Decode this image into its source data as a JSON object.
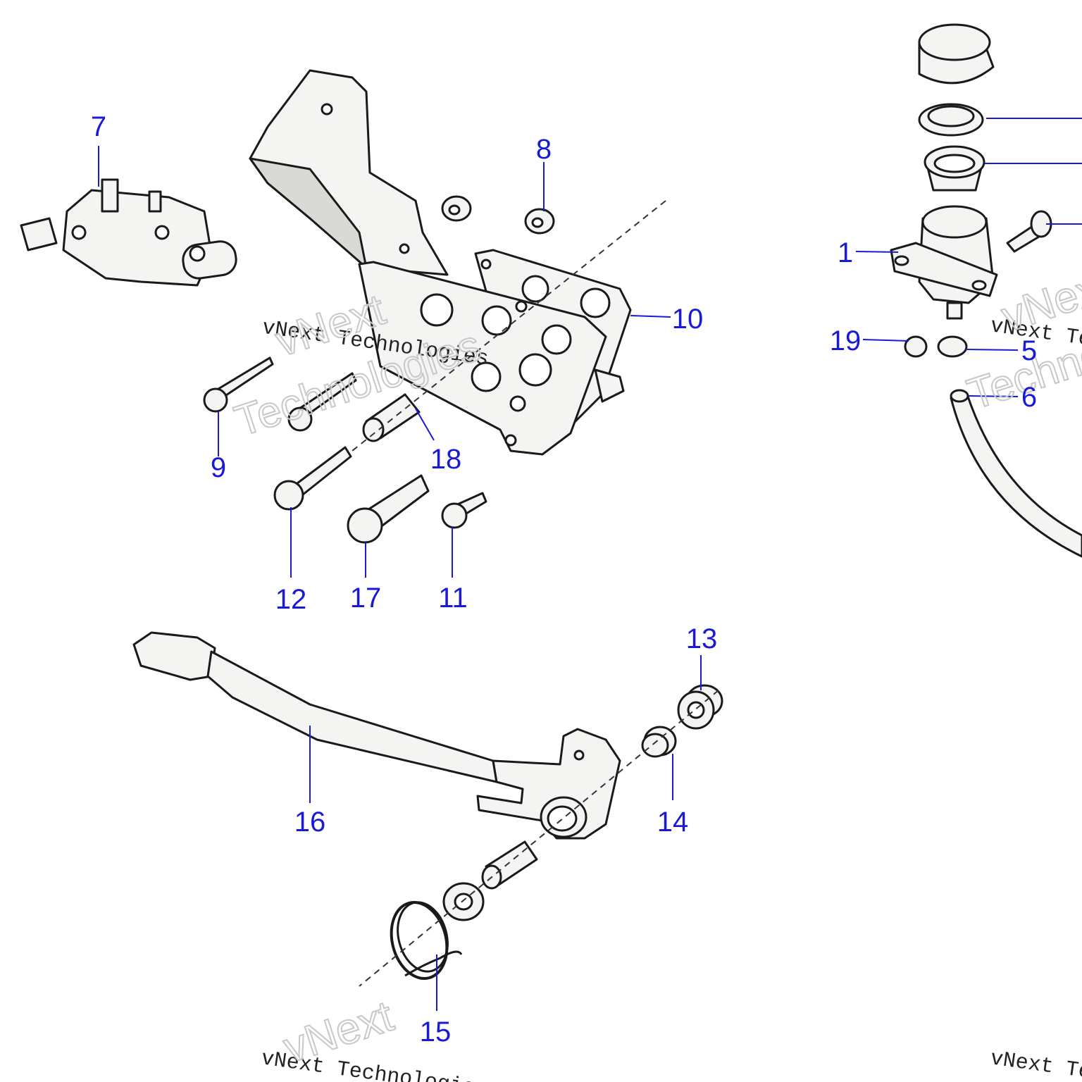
{
  "callouts": {
    "c1": "1",
    "c5": "5",
    "c6": "6",
    "c7": "7",
    "c8": "8",
    "c9": "9",
    "c10": "10",
    "c11": "11",
    "c12": "12",
    "c13": "13",
    "c14": "14",
    "c15": "15",
    "c16": "16",
    "c17": "17",
    "c18": "18",
    "c19": "19"
  },
  "watermark": {
    "line": "vNext Technologies",
    "large_top": "vNext",
    "large_bottom": "Technologies"
  },
  "colors": {
    "callout": "#1a1ad6",
    "line_art": "#1a1a1a",
    "watermark": "#c8c8c8"
  }
}
